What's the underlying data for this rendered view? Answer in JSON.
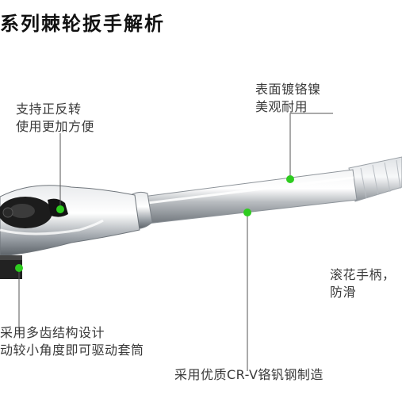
{
  "title": "系列棘轮扳手解析",
  "annotations": {
    "reversible": {
      "line1": "支持正反转",
      "line2": "使用更加方便"
    },
    "chrome_plated": {
      "line1": "表面镀铬镍",
      "line2": "美观耐用"
    },
    "knurled_handle": {
      "line1": "滚花手柄，",
      "line2": "防滑"
    },
    "multi_tooth": {
      "line1": "采用多齿结构设计",
      "line2": "动较小角度即可驱动套筒"
    },
    "material": {
      "line1": "采用优质CR-V铬钒钢制造"
    }
  },
  "colors": {
    "marker": "#2ecc1f",
    "leader_line": "#555555",
    "chrome": "#c8ccd0"
  }
}
